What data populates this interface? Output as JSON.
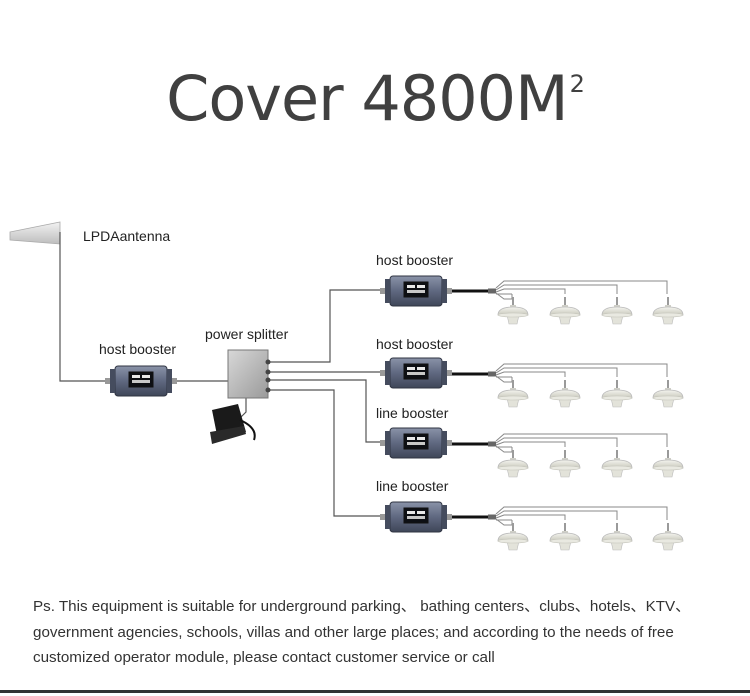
{
  "title": {
    "text": "Cover 4800M",
    "superscript": "2"
  },
  "labels": {
    "antenna": "LPDAantenna",
    "host_booster_main": "host booster",
    "power_splitter": "power splitter",
    "host_booster_1": "host booster",
    "host_booster_2": "host booster",
    "line_booster_1": "line booster",
    "line_booster_2": "line booster"
  },
  "footer": {
    "text": "Ps. This equipment is suitable for underground parking、 bathing centers、clubs、hotels、KTV、government agencies, schools, villas and other large places; and according to the needs of free customized operator module, please contact customer service or call"
  },
  "icons": [
    "lpda-antenna-icon",
    "booster-device-icon",
    "power-splitter-icon",
    "power-adapter-icon",
    "ceiling-antenna-icon"
  ]
}
